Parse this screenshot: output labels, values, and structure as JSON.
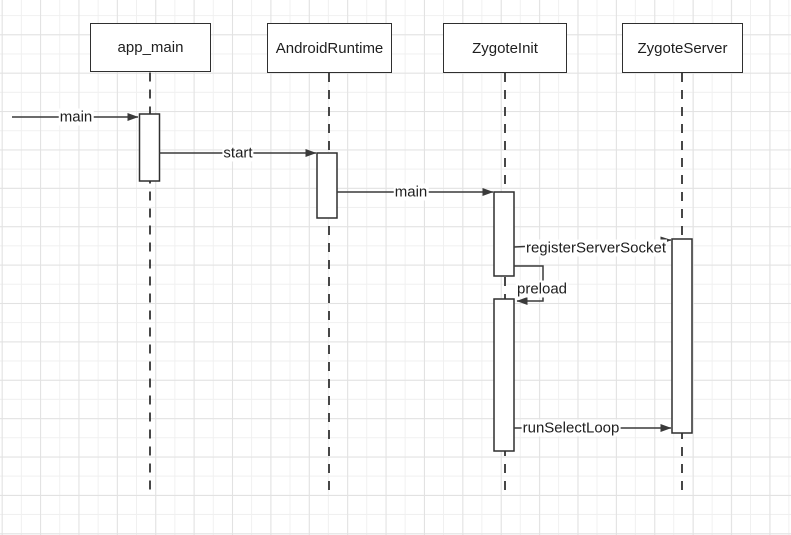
{
  "diagram": {
    "type": "uml-sequence",
    "participants": [
      {
        "name": "app_main"
      },
      {
        "name": "AndroidRuntime"
      },
      {
        "name": "ZygoteInit"
      },
      {
        "name": "ZygoteServer"
      }
    ],
    "messages": [
      {
        "label": "main",
        "from": "external",
        "to": "app_main"
      },
      {
        "label": "start",
        "from": "app_main",
        "to": "AndroidRuntime"
      },
      {
        "label": "main",
        "from": "AndroidRuntime",
        "to": "ZygoteInit"
      },
      {
        "label": "registerServerSocket",
        "from": "ZygoteInit",
        "to": "ZygoteServer"
      },
      {
        "label": "preload",
        "from": "ZygoteInit",
        "to": "ZygoteInit",
        "kind": "self"
      },
      {
        "label": "runSelectLoop",
        "from": "ZygoteInit",
        "to": "ZygoteServer"
      }
    ],
    "colors": {
      "background": "#ffffff",
      "grid_minor": "#f0f0f0",
      "grid_major": "#e2e2e2",
      "shape_border": "#2f2f2f",
      "line": "#3a3a3a",
      "text": "#1e1e1e"
    }
  }
}
